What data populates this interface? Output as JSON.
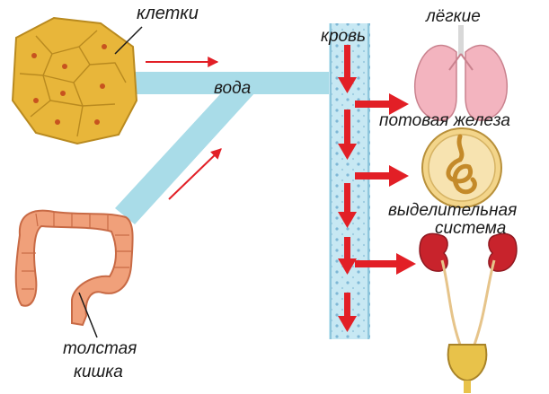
{
  "labels": {
    "cells": "клетки",
    "water": "вода",
    "blood": "кровь",
    "lungs": "лёгкие",
    "sweat_gland": "потовая железа",
    "excretory_system_line1": "выделительная",
    "excretory_system_line2": "система",
    "large_intestine_line1": "толстая",
    "large_intestine_line2": "кишка"
  },
  "colors": {
    "water_channel": "#a9dce8",
    "blood_vessel": "#c7e8f3",
    "red_arrow": "#e21f26",
    "cells_fill": "#e8b63a",
    "lungs_fill": "#f3b4bf",
    "intestine_fill": "#f0a07a",
    "kidney_fill": "#c8232c"
  }
}
